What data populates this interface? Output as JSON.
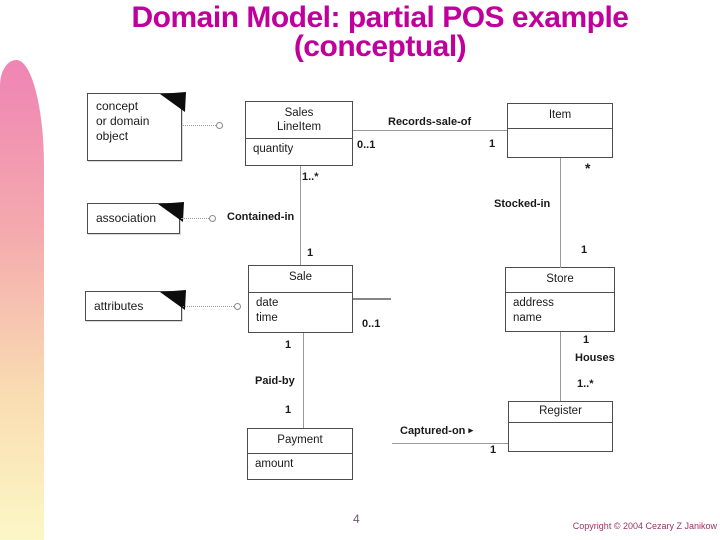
{
  "title": {
    "line1": "Domain Model: partial POS example",
    "line2": "(conceptual)"
  },
  "footer": {
    "page_number": "4",
    "copyright": "Copyright © 2004 Cezary Z Janikow"
  },
  "colors": {
    "title_magenta": "#c0009c",
    "copyright_magenta": "#993366",
    "page_number_gray": "#6e5a71",
    "line_gray": "#9a9a9a",
    "box_border": "#4d4d4d",
    "sidebar_top_pink": "#ef84b4",
    "sidebar_bottom_yellow": "#fcf7c6"
  },
  "diagram": {
    "notes": [
      {
        "id": "concept",
        "text": "concept\nor domain\nobject"
      },
      {
        "id": "association",
        "text": "association"
      },
      {
        "id": "attributes",
        "text": "attributes"
      }
    ],
    "classes": [
      {
        "id": "sales-line-item",
        "name": "Sales\nLineItem",
        "attributes": "quantity"
      },
      {
        "id": "item",
        "name": "Item",
        "attributes": ""
      },
      {
        "id": "sale",
        "name": "Sale",
        "attributes": "date\ntime"
      },
      {
        "id": "store",
        "name": "Store",
        "attributes": "address\nname"
      },
      {
        "id": "payment",
        "name": "Payment",
        "attributes": "amount"
      },
      {
        "id": "register",
        "name": "Register",
        "attributes": ""
      }
    ],
    "associations": {
      "records_sale_of": {
        "label": "Records-sale-of",
        "mult_near_salesline": "0..1",
        "mult_near_item": "1"
      },
      "contained_in": {
        "label": "Contained-in",
        "mult_near_salesline": "1..*",
        "mult_near_sale": "1"
      },
      "stocked_in": {
        "label": "Stocked-in",
        "mult_near_item": "*",
        "mult_near_store": "1"
      },
      "sale_stub": {
        "mult": "0..1"
      },
      "paid_by": {
        "label": "Paid-by",
        "mult_near_sale": "1",
        "mult_near_payment": "1"
      },
      "houses": {
        "label": "Houses",
        "mult_near_store": "1",
        "mult_near_register": "1..*"
      },
      "captured_on": {
        "label": "Captured-on",
        "arrow": "▸",
        "mult_near_register": "1"
      }
    }
  }
}
